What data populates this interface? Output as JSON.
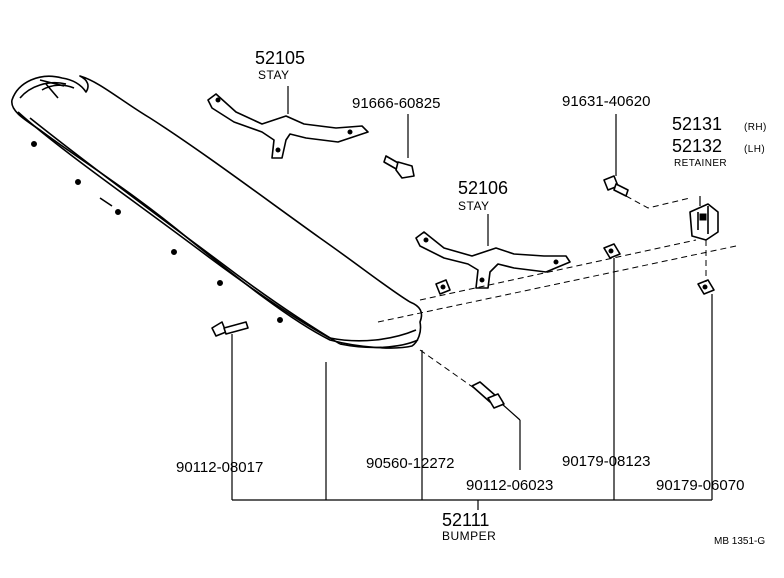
{
  "parts": {
    "stay_front": {
      "number": "52105",
      "name": "STAY"
    },
    "stay_rear": {
      "number": "52106",
      "name": "STAY"
    },
    "retainer": {
      "number_rh": "52131",
      "side_rh": "(RH)",
      "number_lh": "52132",
      "side_lh": "(LH)",
      "name": "RETAINER"
    },
    "bolt_stay": {
      "number": "91666-60825"
    },
    "bolt_retainer": {
      "number": "91631-40620"
    },
    "bolt_bumper_left": {
      "number": "90112-08017"
    },
    "washer": {
      "number": "90560-12272"
    },
    "bolt_bumper_center": {
      "number": "90112-06023"
    },
    "nut_middle": {
      "number": "90179-08123"
    },
    "nut_right": {
      "number": "90179-06070"
    },
    "bumper": {
      "number": "52111",
      "name": "BUMPER"
    }
  },
  "reference_code": "MB 1351-G"
}
